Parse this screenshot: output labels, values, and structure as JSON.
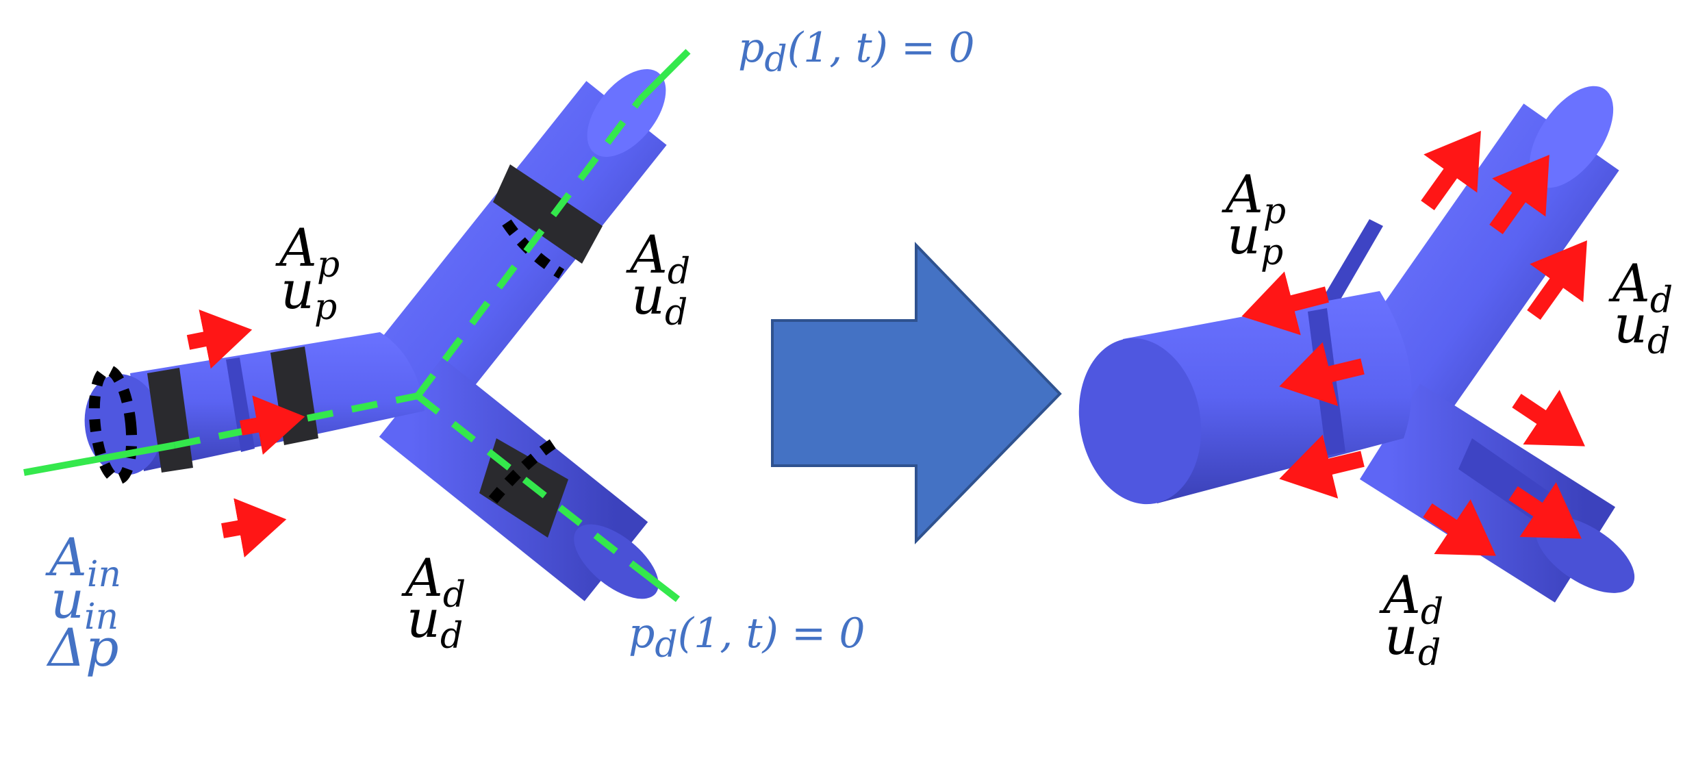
{
  "colors": {
    "pipe": "#5a63f2",
    "pipe_dark": "#3e44c4",
    "ring": "#2a2a2e",
    "centerline": "#34e84c",
    "arrow": "#ff1616",
    "transition_arrow": "#4472c4",
    "transition_arrow_stroke": "#2f528f",
    "label_black": "#000000",
    "label_blue": "#4472c4"
  },
  "icons": {
    "transition": "right-arrow-icon",
    "flow": "red-arrow-icon"
  },
  "left": {
    "boundary_top": {
      "text": "p",
      "sub": "d",
      "rest": "(1, t) = 0"
    },
    "boundary_bottom": {
      "text": "p",
      "sub": "d",
      "rest": "(1, t) = 0"
    },
    "parent": {
      "A": "A",
      "A_sub": "p",
      "u": "u",
      "u_sub": "p"
    },
    "upper_daughter": {
      "A": "A",
      "A_sub": "d",
      "u": "u",
      "u_sub": "d"
    },
    "lower_daughter": {
      "A": "A",
      "A_sub": "d",
      "u": "u",
      "u_sub": "d"
    },
    "inlet": {
      "A": "A",
      "A_sub": "in",
      "u": "u",
      "u_sub": "in",
      "dp": "Δp"
    }
  },
  "right": {
    "parent": {
      "A": "A",
      "A_sub": "p",
      "u": "u",
      "u_sub": "p"
    },
    "upper_daughter": {
      "A": "A",
      "A_sub": "d",
      "u": "u",
      "u_sub": "d"
    },
    "lower_daughter": {
      "A": "A",
      "A_sub": "d",
      "u": "u",
      "u_sub": "d"
    }
  }
}
